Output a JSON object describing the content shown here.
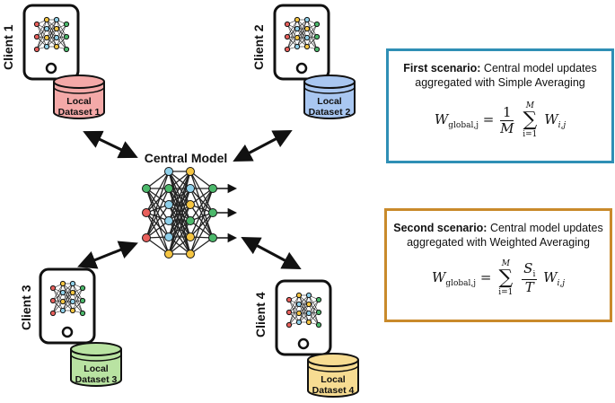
{
  "clients": [
    {
      "label": "Client 1",
      "dataset_line1": "Local",
      "dataset_line2": "Dataset 1",
      "dataset_color": "#f4a9a8"
    },
    {
      "label": "Client 2",
      "dataset_line1": "Local",
      "dataset_line2": "Dataset 2",
      "dataset_color": "#a9c7f1"
    },
    {
      "label": "Client 3",
      "dataset_line1": "Local",
      "dataset_line2": "Dataset 3",
      "dataset_color": "#b9e3a2"
    },
    {
      "label": "Client 4",
      "dataset_line1": "Local",
      "dataset_line2": "Dataset 4",
      "dataset_color": "#f7dc92"
    }
  ],
  "central_model": {
    "label": "Central Model"
  },
  "scenarios": [
    {
      "title": "First scenario:",
      "text": "Central model updates aggregated with Simple Averaging",
      "border_color": "#2f8fb5",
      "formula": {
        "lhs": "W",
        "lhs_sub": "global,j",
        "eq": "=",
        "frac_num": "1",
        "frac_den": "M",
        "sum_top": "M",
        "sum_bottom": "i=1",
        "term": "W",
        "term_sub": "i,j"
      }
    },
    {
      "title": "Second scenario:",
      "text": "Central model updates aggregated with Weighted Averaging",
      "border_color": "#c98a2b",
      "formula": {
        "lhs": "W",
        "lhs_sub": "global,j",
        "eq": "=",
        "sum_top": "M",
        "sum_bottom": "i=1",
        "frac_num": "S",
        "frac_num_sub": "i",
        "frac_den": "T",
        "term": "W",
        "term_sub": "i,j"
      }
    }
  ],
  "node_colors": {
    "red": "#e8605c",
    "yellow": "#f5c542",
    "blue": "#8fd0ea",
    "green": "#4cb86b"
  }
}
